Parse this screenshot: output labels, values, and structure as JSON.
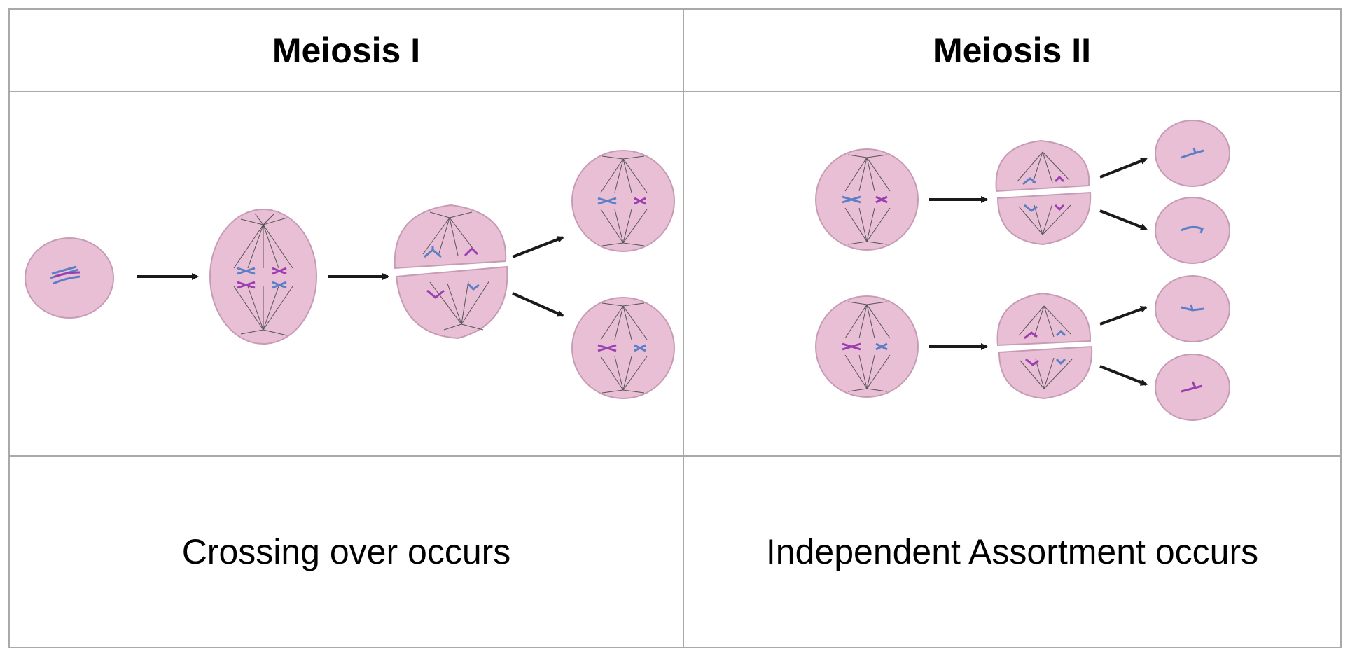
{
  "table": {
    "headers": [
      "Meiosis I",
      "Meiosis II"
    ],
    "captions": [
      "Crossing over occurs",
      "Independent Assortment occurs"
    ]
  },
  "colors": {
    "border": "#a9a9a9",
    "cell_fill": "#e9bfd6",
    "cell_stroke": "#c89bb5",
    "spindle": "#555555",
    "chromosome_blue": "#5b7fc6",
    "chromosome_purple": "#9b3fb0",
    "arrow": "#1a1a1a"
  }
}
